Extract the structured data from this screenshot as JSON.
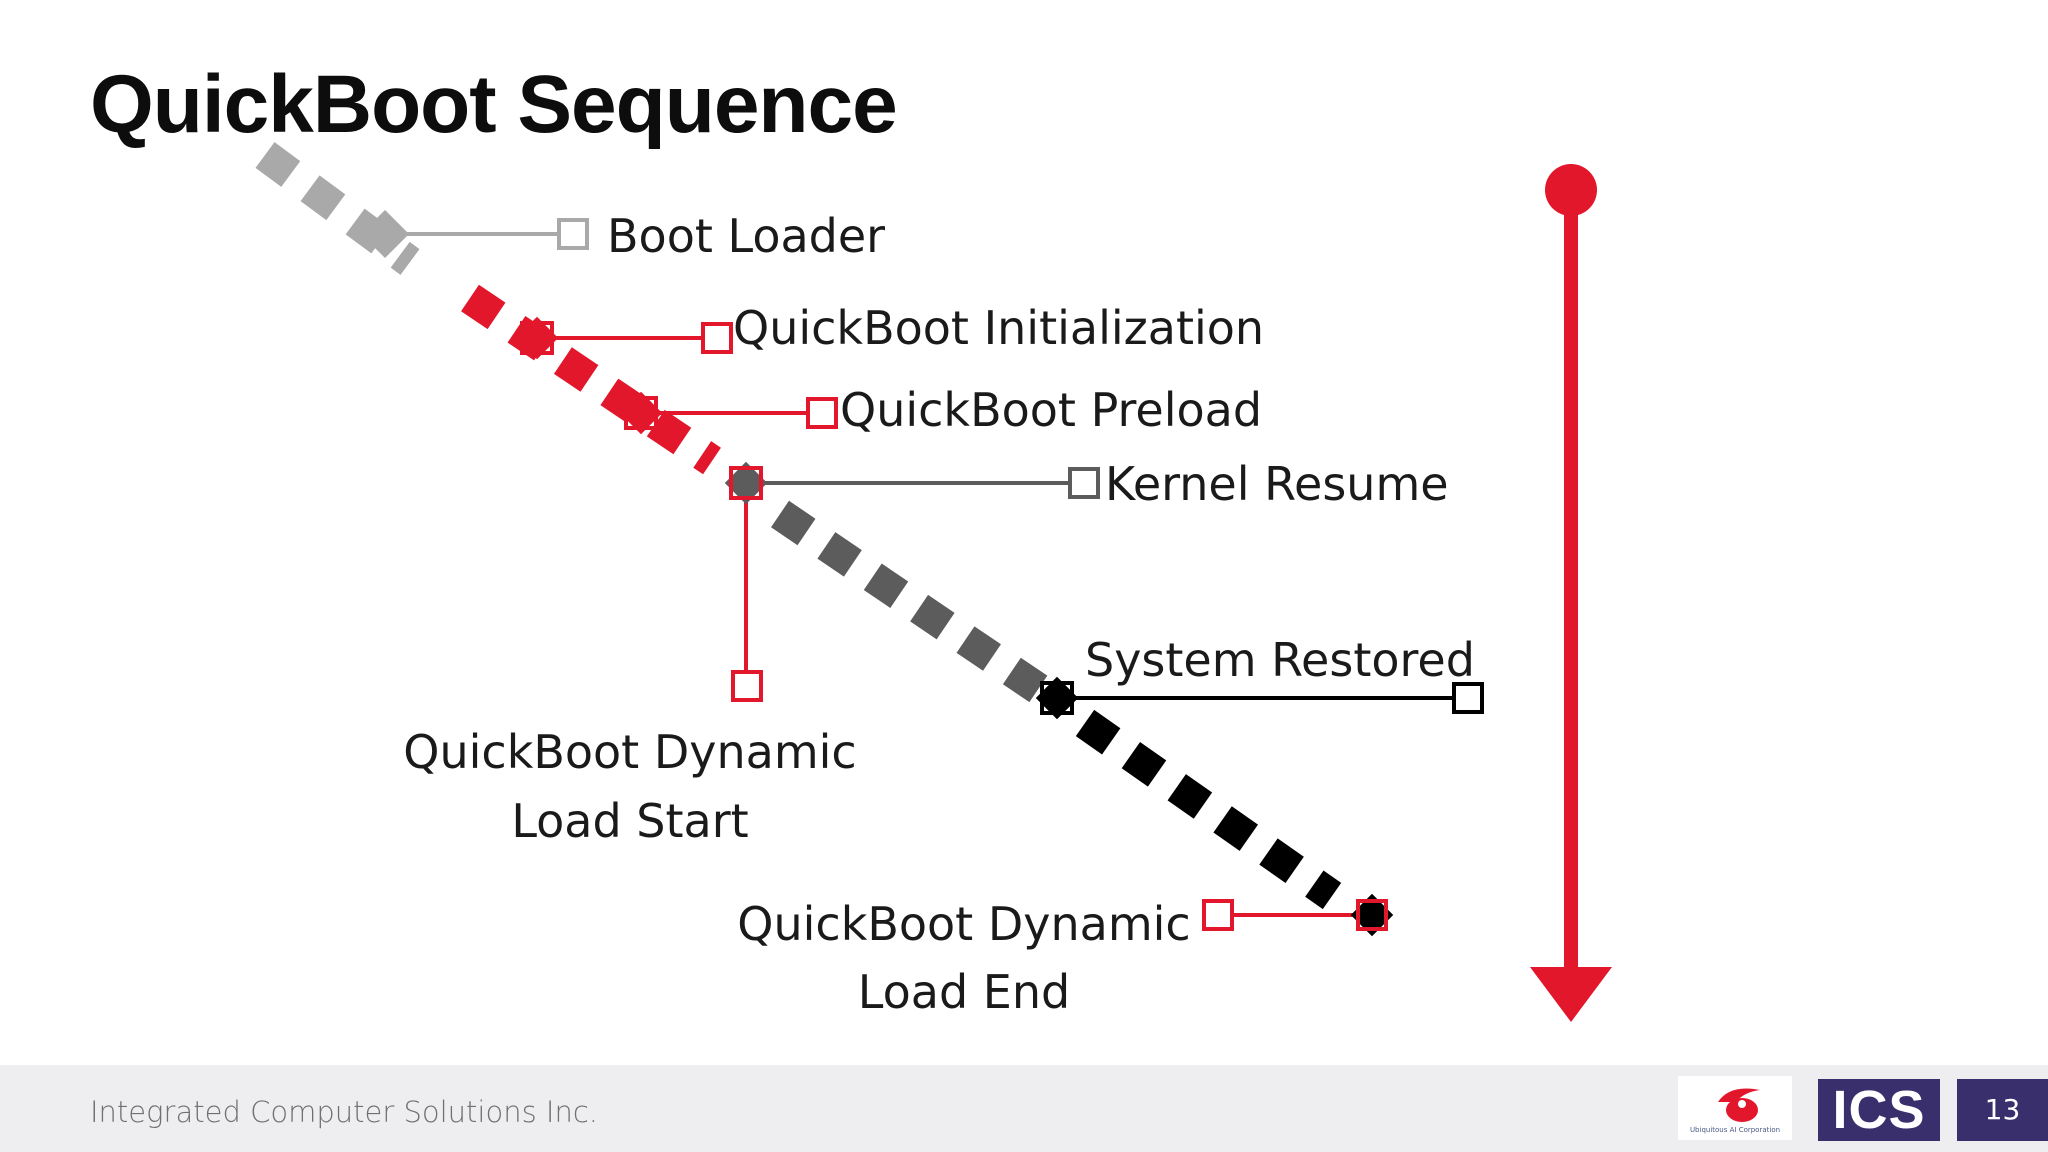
{
  "title": "QuickBoot Sequence",
  "labels": {
    "boot_loader": "Boot Loader",
    "qb_init": "QuickBoot Initialization",
    "qb_preload": "QuickBoot Preload",
    "kernel_resume": "Kernel Resume",
    "system_restored": "System Restored",
    "dyn_start_1": "QuickBoot Dynamic",
    "dyn_start_2": "Load Start",
    "dyn_end_1": "QuickBoot Dynamic",
    "dyn_end_2": "Load End"
  },
  "colors": {
    "red": "#e3172b",
    "light_gray": "#a9a9a9",
    "dark_gray": "#5c5c5c",
    "black": "#000000",
    "brand_purple": "#3a2f6d"
  },
  "footer": {
    "company": "Integrated Computer Solutions Inc.",
    "partner_caption": "Ubiquitous AI Corporation",
    "ics_logo": "ICS",
    "page_number": "13"
  }
}
